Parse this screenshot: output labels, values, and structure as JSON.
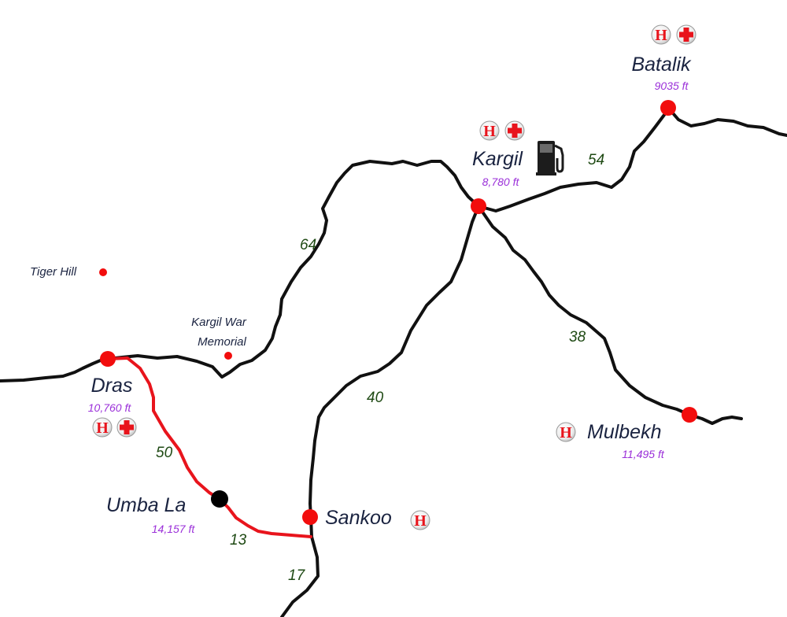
{
  "places": {
    "batalik": {
      "name": "Batalik",
      "altitude": "9035 ft"
    },
    "kargil": {
      "name": "Kargil",
      "altitude": "8,780 ft"
    },
    "dras": {
      "name": "Dras",
      "altitude": "10,760 ft"
    },
    "mulbekh": {
      "name": "Mulbekh",
      "altitude": "11,495 ft"
    },
    "umba_la": {
      "name": "Umba La",
      "altitude": "14,157 ft"
    },
    "sankoo": {
      "name": "Sankoo"
    },
    "tiger_hill": {
      "name": "Tiger Hill"
    },
    "war_memorial": {
      "name_line1": "Kargil War",
      "name_line2": "Memorial"
    }
  },
  "distances": {
    "kargil_batalik": "54",
    "dras_kargil": "64",
    "kargil_mulbekh": "38",
    "kargil_sankoo": "40",
    "dras_umbala": "50",
    "umbala_sankoo": "13",
    "sankoo_south": "17"
  },
  "icons": {
    "hospital_letter": "H",
    "hospital_color": "#e8141c",
    "first_aid_color": "#e8141c",
    "fuel_color": "#111111"
  },
  "colors": {
    "road": "#111111",
    "highlight_route": "#e8141c",
    "town_marker": "#f20d0d",
    "pass_marker": "#000000"
  }
}
